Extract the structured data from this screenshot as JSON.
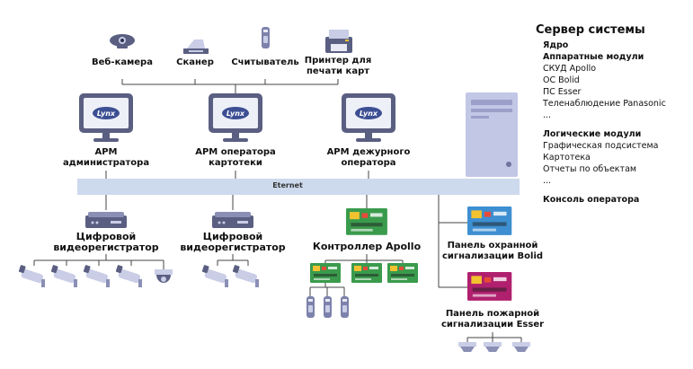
{
  "top_devices": {
    "webcam": "Веб-камера",
    "scanner": "Сканер",
    "reader": "Считыватель",
    "printer_line1": "Принтер для",
    "printer_line2": "печати карт"
  },
  "workstations": {
    "admin_line1": "АРМ",
    "admin_line2": "администратора",
    "card_line1": "АРМ оператора",
    "card_line2": "картотеки",
    "duty_line1": "АРМ дежурного",
    "duty_line2": "оператора",
    "monitor_logo": "Lynx"
  },
  "network": {
    "bus_label": "Eternet"
  },
  "field_devices": {
    "dvr1_line1": "Цифровой",
    "dvr1_line2": "видеорегистратор",
    "dvr2_line1": "Цифровой",
    "dvr2_line2": "видеорегистратор",
    "apollo": "Контроллер Apollo",
    "bolid_line1": "Панель охранной",
    "bolid_line2": "сигнализации Bolid",
    "esser_line1": "Панель пожарной",
    "esser_line2": "сигнализации Esser"
  },
  "server": {
    "title": "Сервер системы",
    "core": "Ядро",
    "hw_header": "Аппаратные модули",
    "hw_items": [
      "СКУД Apollo",
      "ОС Bolid",
      "ПС Esser",
      "Телена­блюдение Panasonic",
      "..."
    ],
    "logic_header": "Логические модули",
    "logic_items": [
      "Графическая подсистема",
      "Картотека",
      "Отчеты по объектам",
      "..."
    ],
    "console": "Консоль оператора"
  },
  "colors": {
    "bus": "#cdd9ec",
    "line": "#444444",
    "device_dark": "#5a5f82",
    "device_light": "#c9cde6",
    "board_green": "#3a9b4c",
    "board_blue": "#3d8fd1",
    "board_magenta": "#b0206e",
    "tower": "#c2c7e6"
  }
}
